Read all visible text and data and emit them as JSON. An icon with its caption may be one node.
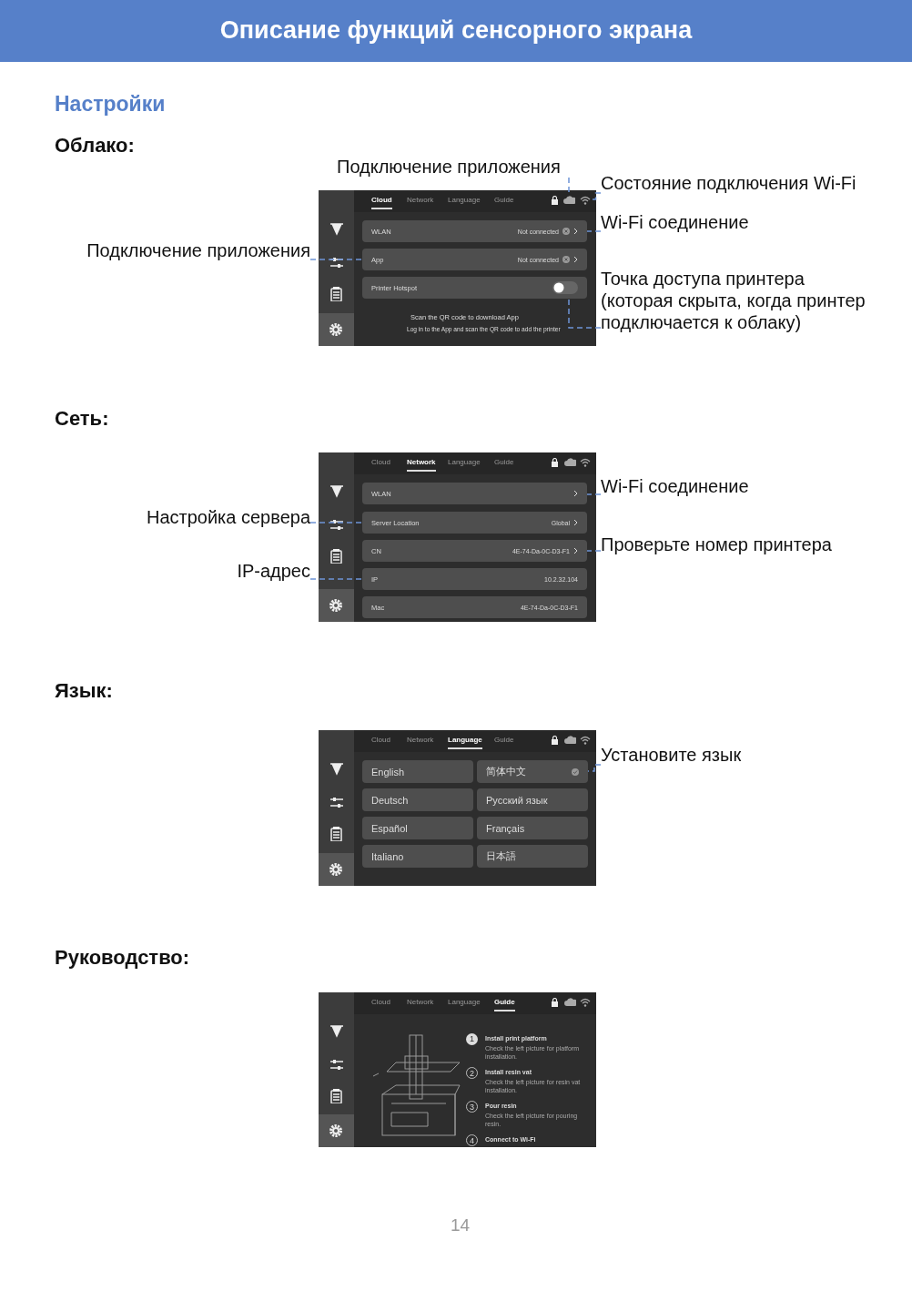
{
  "diagram": {
    "title": "Описание функций сенсорного экрана",
    "nodes": [
      {
        "text": [
          "Подключение приложения"
        ]
      },
      {
        "text": [
          "Состояние подключения Wi-Fi"
        ]
      },
      {
        "text": [
          "Подключение приложения"
        ]
      },
      {
        "text": [
          "Wi-Fi соединение"
        ]
      },
      {
        "text": [
          "Точка доступа принтера (которая скрыта, когда принтер подключается к облаку)"
        ]
      },
      {
        "text": [],
        "shape": "picture"
      },
      {
        "text": [],
        "shape": "picture"
      },
      {
        "text": [
          "WLAN",
          "Not connected"
        ]
      },
      {
        "text": [
          "App",
          "Not connected"
        ]
      },
      {
        "text": [
          "Printer Hotspot"
        ]
      },
      {
        "text": [
          "Wi-Fi соединение"
        ]
      },
      {
        "text": [
          "Настройка сервера"
        ]
      },
      {
        "text": [
          "Проверьте номер принтера"
        ]
      },
      {
        "text": [
          "IP-адрес"
        ]
      },
      {
        "text": [
          "WLAN"
        ]
      },
      {
        "text": [
          "Server Location",
          "Global"
        ]
      },
      {
        "text": [
          "CN",
          "4E-74-Da-0C-D3-F1"
        ]
      },
      {
        "text": [
          "IP",
          "10.2.32.104"
        ]
      },
      {
        "text": [
          "Mac",
          "4E-74-Da-0C-D3-F1"
        ]
      },
      {
        "text": [
          "Установите язык"
        ]
      },
      {
        "text": [
          "English"
        ]
      },
      {
        "text": [
          "简体中文"
        ]
      },
      {
        "text": [
          "Deutsch"
        ]
      },
      {
        "text": [
          "Русский язык"
        ]
      },
      {
        "text": [
          "Español"
        ]
      },
      {
        "text": [
          "Français"
        ]
      },
      {
        "text": [
          "Italiano"
        ]
      },
      {
        "text": [
          "日本語"
        ]
      }
    ],
    "edges": [
      {
        "from": 0,
        "to": 5,
        "arrow": "none",
        "style": "dashed"
      },
      {
        "from": 1,
        "to": 6,
        "arrow": "none",
        "style": "dashed"
      },
      {
        "from": 2,
        "to": 8,
        "arrow": "none",
        "style": "dashed"
      },
      {
        "from": 3,
        "to": 7,
        "arrow": "none",
        "style": "dashed"
      },
      {
        "from": 4,
        "to": 9,
        "arrow": "none",
        "style": "dashed"
      },
      {
        "from": 10,
        "to": 14,
        "arrow": "none",
        "style": "dashed"
      },
      {
        "from": 11,
        "to": 15,
        "arrow": "none",
        "style": "dashed"
      },
      {
        "from": 12,
        "to": 16,
        "arrow": "none",
        "style": "dashed"
      },
      {
        "from": 13,
        "to": 17,
        "arrow": "none",
        "style": "dashed"
      },
      {
        "from": 19,
        "to": 21,
        "arrow": "none",
        "style": "dashed"
      }
    ],
    "labels": [
      "Настройки",
      "Облако:",
      "Cloud",
      "Network",
      "Language",
      "Guide",
      "Scan the QR code to download App",
      "Log in to the App and scan the QR code to add the printer",
      "Сеть:",
      "Cloud",
      "Network",
      "Language",
      "Guide",
      "Язык:",
      "Cloud",
      "Network",
      "Language",
      "Guide",
      "Руководство:",
      "Cloud",
      "Network",
      "Language",
      "Guide",
      "1",
      "Install print platform",
      "Check the left picture for platform installation.",
      "2",
      "Install resin vat",
      "Check the left picture for resin vat installation.",
      "3",
      "Pour resin",
      "Check the left picture for pouring resin.",
      "4",
      "Connect to Wi-Fi",
      "14"
    ]
  }
}
